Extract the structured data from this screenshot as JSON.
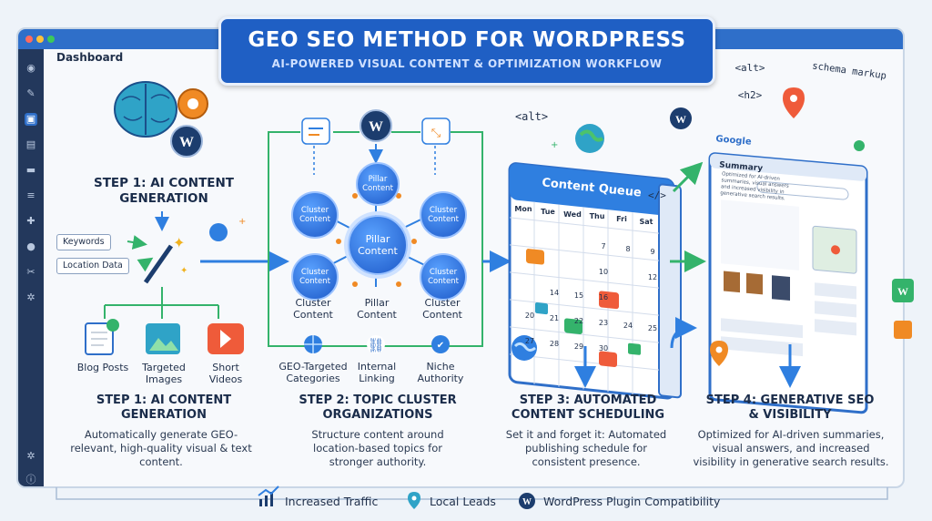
{
  "banner": {
    "title": "GEO SEO METHOD FOR WORDPRESS",
    "subtitle": "AI-POWERED VISUAL CONTENT & OPTIMIZATION WORKFLOW"
  },
  "dashboard_label": "Dashboard",
  "step1": {
    "top_heading": "STEP 1: AI CONTENT GENERATION",
    "inputs": [
      "Keywords",
      "Location Data"
    ],
    "outputs": [
      "Blog Posts",
      "Targeted Images",
      "Short Videos"
    ],
    "heading": "STEP 1: AI CONTENT GENERATION",
    "description": "Automatically generate GEO-relevant, high-quality visual & text content."
  },
  "step2": {
    "center_node": "Pillar Content",
    "pillar_small": "Pillar Content",
    "cluster_node": "Cluster Content",
    "bottom_labels": [
      "Cluster Content",
      "Pillar Content",
      "Cluster Content"
    ],
    "features": [
      "GEO-Targeted Categories",
      "Internal Linking",
      "Niche Authority"
    ],
    "heading": "STEP 2: TOPIC CLUSTER ORGANIZATIONS",
    "description": "Structure content around location-based topics for stronger authority."
  },
  "step3": {
    "tag_alt": "<alt>",
    "calendar_title": "Content Queue",
    "days": [
      "Mon",
      "Tue",
      "Wed",
      "Thu",
      "Fri",
      "Sat"
    ],
    "dates": [
      "7",
      "8",
      "9",
      "10",
      "12",
      "14",
      "15",
      "16",
      "20",
      "21",
      "22",
      "23",
      "24",
      "25",
      "27",
      "28",
      "29",
      "30"
    ],
    "heading": "STEP 3: AUTOMATED CONTENT SCHEDULING",
    "description": "Set it and forget it: Automated publishing schedule for consistent presence."
  },
  "step4": {
    "tags": [
      "<alt>",
      "<h2>",
      "schema markup"
    ],
    "browser_brand": "Google",
    "summary_title": "Summary",
    "summary_text": "Optimized for AI-driven summaries, visual answers and increased visibility in generative search results.",
    "heading": "STEP 4: GENERATIVE SEO & VISIBILITY",
    "description": "Optimized for AI-driven summaries, visual answers, and increased visibility in generative search results."
  },
  "footer": {
    "items": [
      "Increased Traffic",
      "Local Leads",
      "WordPress Plugin Compatibility"
    ]
  },
  "colors": {
    "primary": "#1f5fc4",
    "sidebar": "#23385c",
    "accent_orange": "#f08a24",
    "accent_green": "#34b36b"
  }
}
